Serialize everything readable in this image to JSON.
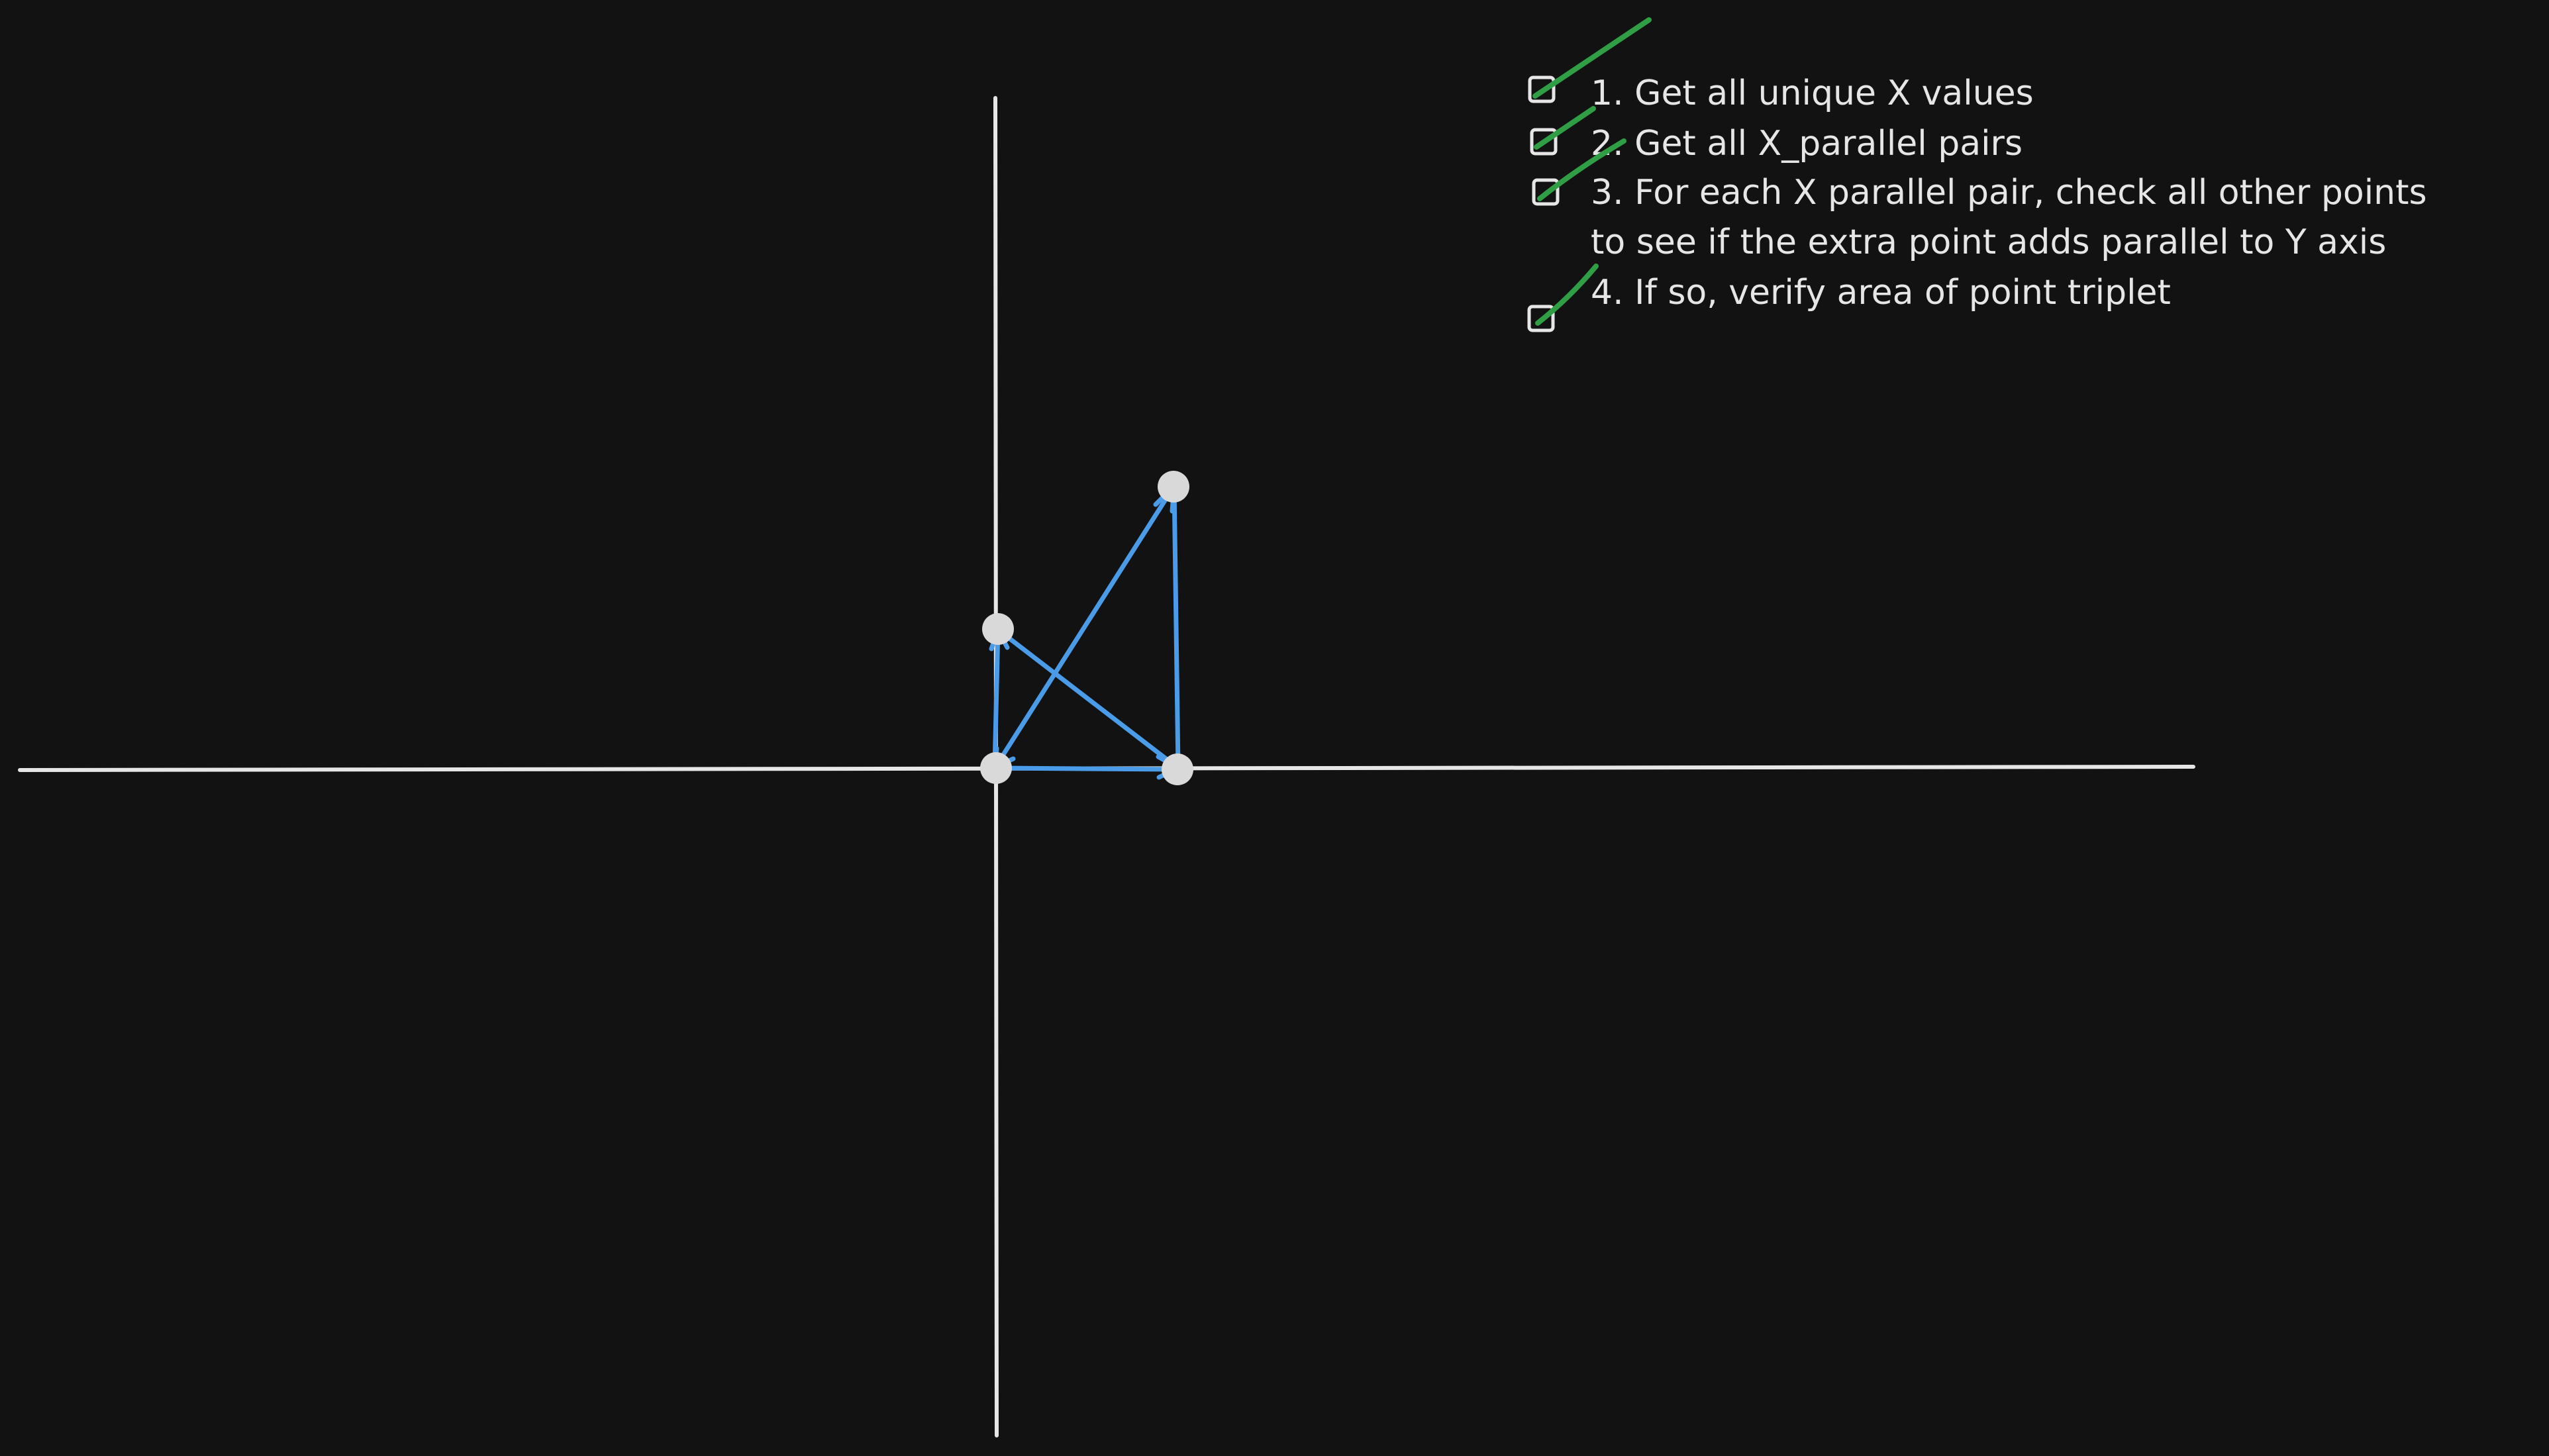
{
  "colors": {
    "background": "#121212",
    "axis": "#e6e6e6",
    "point": "#d9d9d9",
    "edge": "#4a9be8",
    "check": "#2f9e44",
    "text": "#e6e6e6"
  },
  "checklist": {
    "items": [
      {
        "lines": [
          "1. Get all unique X values"
        ],
        "checked": true
      },
      {
        "lines": [
          "2. Get all X_parallel pairs"
        ],
        "checked": true
      },
      {
        "lines": [
          "3. For each X parallel pair, check all other points",
          "to see if the extra point adds parallel to Y axis"
        ],
        "checked": true
      },
      {
        "lines": [
          "4. If so, verify area of point triplet"
        ],
        "checked": true
      }
    ]
  }
}
